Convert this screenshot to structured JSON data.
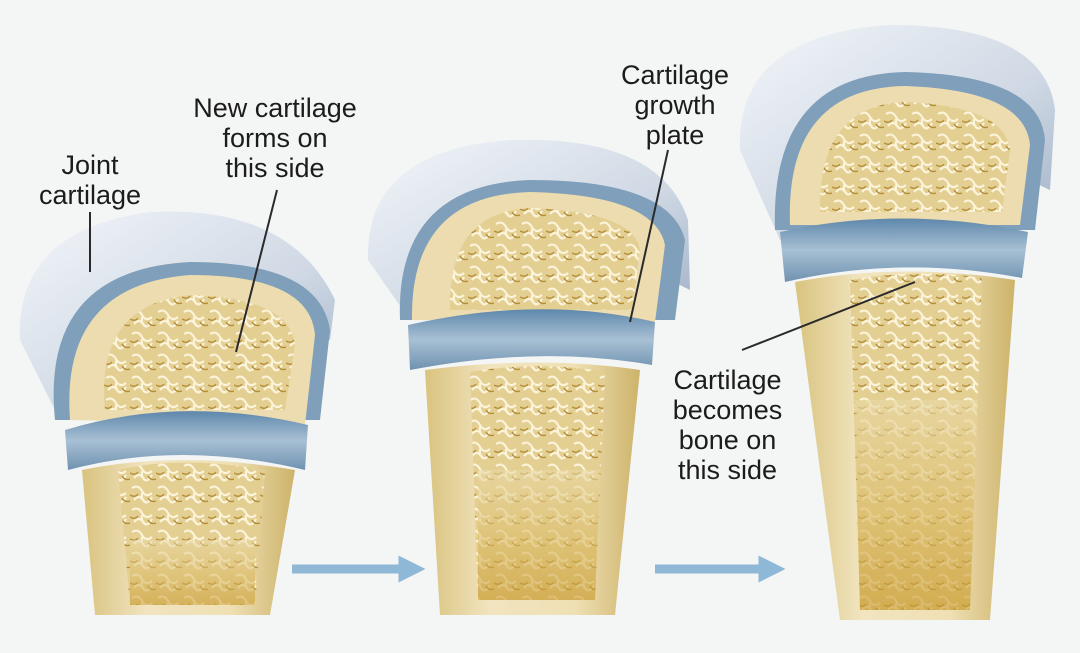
{
  "labels": {
    "joint_cartilage": [
      "Joint",
      "cartilage"
    ],
    "new_cartilage": [
      "New cartilage",
      "forms on",
      "this side"
    ],
    "growth_plate": [
      "Cartilage",
      "growth",
      "plate"
    ],
    "becomes_bone": [
      "Cartilage",
      "becomes",
      "bone on",
      "this side"
    ]
  },
  "colors": {
    "cartilage_cap": "#cdd6e3",
    "growth_plate": "#7f9fbb",
    "bone": "#ecdcb0",
    "spongy_bone": "#c9a650",
    "arrow": "#8fb8d6"
  }
}
